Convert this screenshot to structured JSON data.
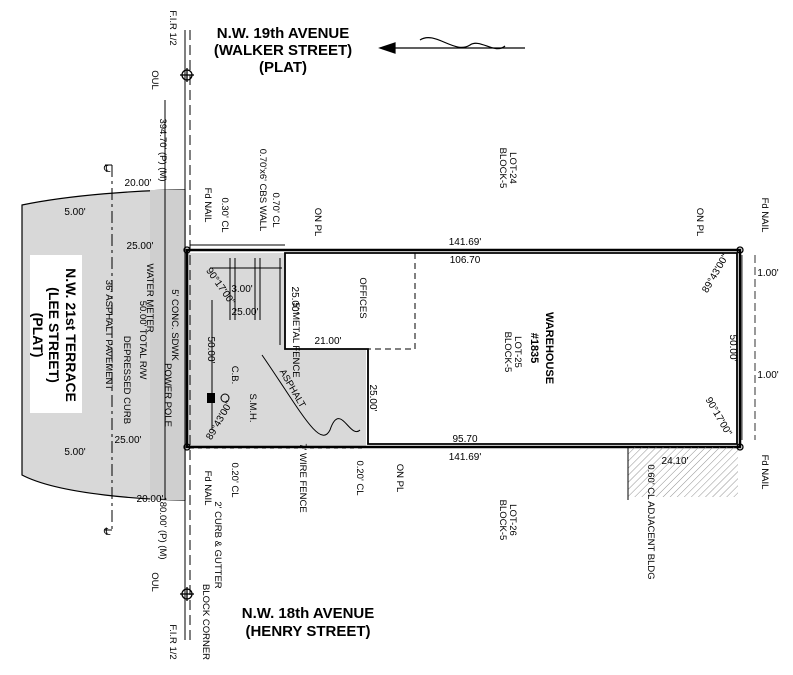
{
  "streets": {
    "north": {
      "name": "N.W. 19th AVENUE",
      "alt": "(WALKER STREET)",
      "note": "(PLAT)"
    },
    "south": {
      "name": "N.W. 18th AVENUE",
      "alt": "(HENRY STREET)"
    },
    "west": {
      "name": "N.W. 21st TERRACE",
      "alt": "(LEE STREET)",
      "note": "(PLAT)"
    }
  },
  "building": {
    "name": "WAREHOUSE",
    "number": "#1835"
  },
  "lots": {
    "north": {
      "lot": "LOT-24",
      "block": "BLOCK-5"
    },
    "center": {
      "lot": "LOT-25",
      "block": "BLOCK-5"
    },
    "south": {
      "lot": "LOT-26",
      "block": "BLOCK-5"
    }
  },
  "labels": {
    "fir_north": "F.I.R 1/2",
    "fir_south": "F.I.R 1/2",
    "oul_north": "OUL",
    "oul_south": "OUL",
    "p_m_north": "394.70' (P) (M)",
    "p_m_south": "180.00' (P) (M)",
    "fd_nail_nw": "Fd NAIL",
    "fd_nail_ne": "Fd NAIL",
    "fd_nail_sw": "Fd NAIL",
    "fd_nail_se": "Fd NAIL",
    "cl_030": "0.30' CL",
    "cbs_wall": "0.70'x6' CBS WALL",
    "cl_070": "0.70' CL",
    "on_pl_n": "ON PL",
    "on_pl_ne": "ON PL",
    "on_pl_s": "ON PL",
    "water_meter": "WATER METER",
    "conc_sdwk": "5' CONC. SDWK",
    "offices": "OFFICES",
    "metal_fence": "5' METAL FENCE",
    "asphalt": "ASPHALT",
    "cb": "C.B.",
    "smh": "S.M.H.",
    "power_pole": "POWER POLE",
    "depressed_curb": "DEPRESSED CURB",
    "total_rw": "50.00' TOTAL R/W",
    "asphalt_pavement": "36' ASPHALT PAVEMENT",
    "cl_020a": "0.20' CL",
    "wire_fence": "7' WIRE FENCE",
    "cl_020b": "0.20' CL",
    "curb_gutter": "2' CURB & GUTTER",
    "adjacent_bldg": "0.60' CL ADJACENT BLDG",
    "block_corner": "BLOCK CORNER",
    "centerline": "℄"
  },
  "dimensions": {
    "d_20_top": "20.00'",
    "d_5_top": "5.00'",
    "d_25_top": "25.00'",
    "d_14169_top": "141.69'",
    "d_10670": "106.70",
    "d_100_top": "1.00'",
    "d_8943_ne": "89°43'00\"",
    "d_9017_nw": "90°17'00\"",
    "d_300": "3.00'",
    "d_2500_h": "25.00'",
    "d_2500_v": "25.00'",
    "d_2100": "21.00'",
    "d_5000_e": "50.00'",
    "d_5000_w": "50.00'",
    "d_100_bot": "1.00'",
    "d_9017_se": "90°17'00\"",
    "d_8943_sw": "89°43'00\"",
    "d_2500_vb": "25.00'",
    "d_25_bot": "25.00'",
    "d_5_bot": "5.00'",
    "d_20_bot": "20.00'",
    "d_9570": "95.70",
    "d_14169_bot": "141.69'",
    "d_2410": "24.10'"
  }
}
